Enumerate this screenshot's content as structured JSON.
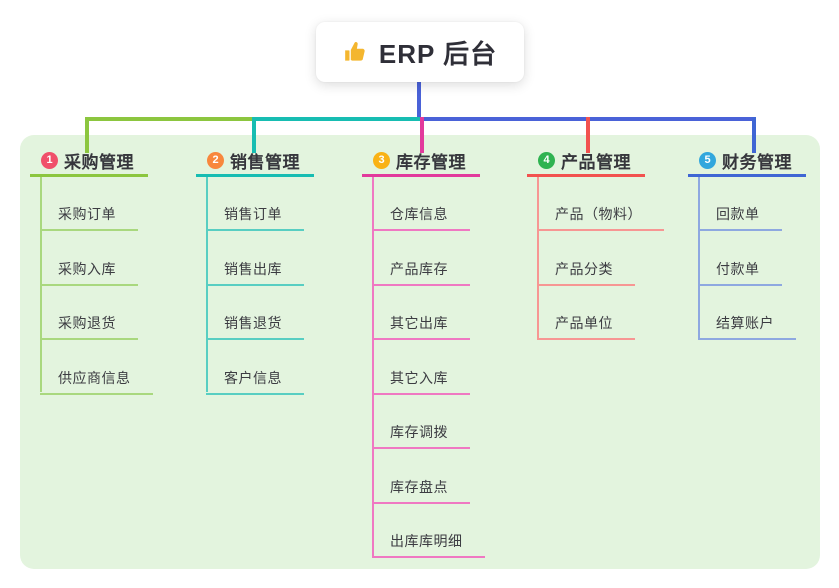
{
  "root": {
    "icon": "thumbs-up-icon",
    "label": "ERP 后台"
  },
  "branches": [
    {
      "index": "1",
      "label": "采购管理",
      "colors": {
        "badge": "#f0506a",
        "line_strong": "#8cc63f",
        "line_light": "#a9d87e"
      },
      "children": [
        "采购订单",
        "采购入库",
        "采购退货",
        "供应商信息"
      ]
    },
    {
      "index": "2",
      "label": "销售管理",
      "colors": {
        "badge": "#f8873d",
        "line_strong": "#17bdb2",
        "line_light": "#58cec2"
      },
      "children": [
        "销售订单",
        "销售出库",
        "销售退货",
        "客户信息"
      ]
    },
    {
      "index": "3",
      "label": "库存管理",
      "colors": {
        "badge": "#f9b215",
        "line_strong": "#e23a9c",
        "line_light": "#ef78c2"
      },
      "children": [
        "仓库信息",
        "产品库存",
        "其它出库",
        "其它入库",
        "库存调拨",
        "库存盘点",
        "出库库明细"
      ]
    },
    {
      "index": "4",
      "label": "产品管理",
      "colors": {
        "badge": "#2fb351",
        "line_strong": "#f2524f",
        "line_light": "#f79693"
      },
      "children": [
        "产品（物料）",
        "产品分类",
        "产品单位"
      ]
    },
    {
      "index": "5",
      "label": "财务管理",
      "colors": {
        "badge": "#32a7dd",
        "line_strong": "#3f66d4",
        "line_light": "#8ea8e0"
      },
      "children": [
        "回款单",
        "付款单",
        "结算账户"
      ]
    }
  ],
  "colors": {
    "canvas_bg": "#ffffff",
    "panel_bg": "#e3f4de",
    "connector_blue": "#4a62d8",
    "thumb_icon": "#f4b62f"
  }
}
